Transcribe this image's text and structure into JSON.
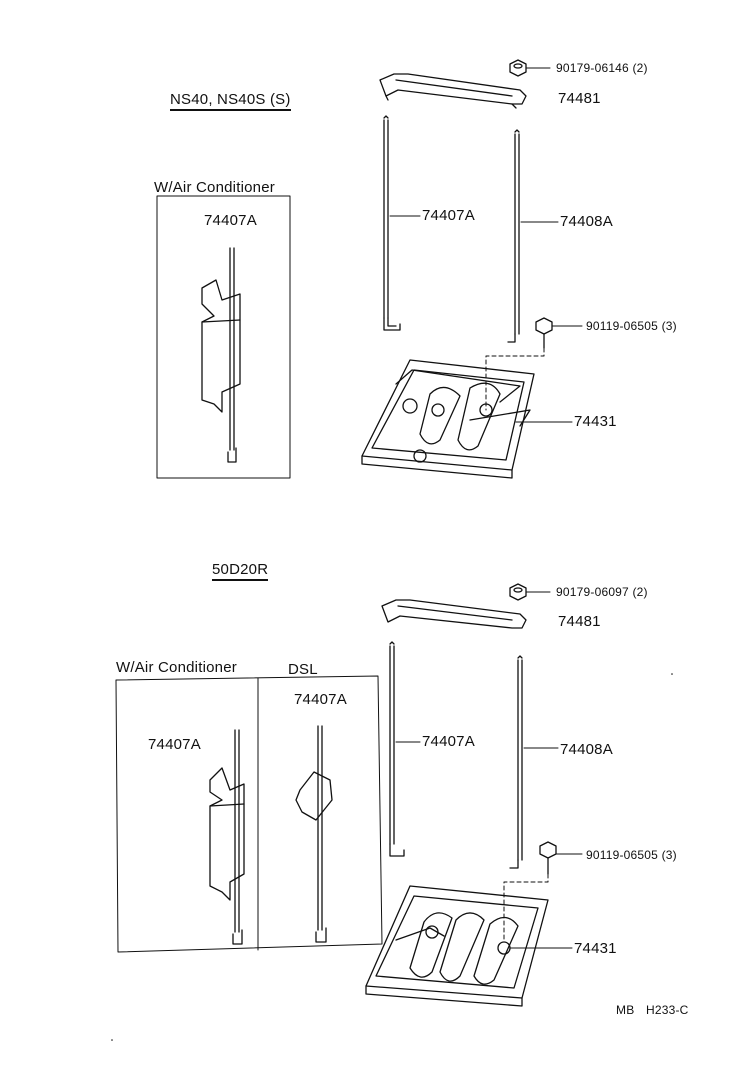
{
  "sections": [
    {
      "title": "NS40, NS40S (S)",
      "box_label": "W/Air Conditioner",
      "box_part": "74407A",
      "parts": {
        "nut": "90179-06146 (2)",
        "clamp": "74481",
        "rod_left": "74407A",
        "rod_right": "74408A",
        "bolt": "90119-06505 (3)",
        "tray": "74431"
      }
    },
    {
      "title": "50D20R",
      "box_label": "W/Air Conditioner",
      "box_label_2": "DSL",
      "box_part": "74407A",
      "box_part_2": "74407A",
      "parts": {
        "nut": "90179-06097 (2)",
        "clamp": "74481",
        "rod_left": "74407A",
        "rod_right": "74408A",
        "bolt": "90119-06505 (3)",
        "tray": "74431"
      }
    }
  ],
  "footer": {
    "code_prefix": "MB",
    "code": "H233-C"
  }
}
